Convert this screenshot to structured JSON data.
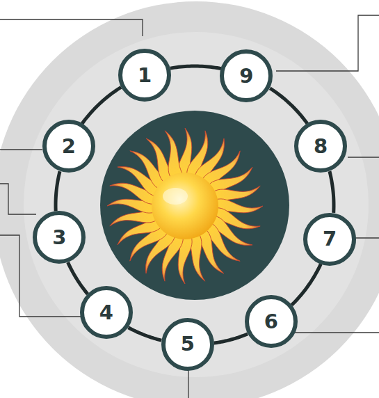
{
  "diagram": {
    "nodes": [
      {
        "text": [
          "1"
        ]
      },
      {
        "text": [
          "2"
        ]
      },
      {
        "text": [
          "3"
        ]
      },
      {
        "text": [
          "4"
        ]
      },
      {
        "text": [
          "5"
        ]
      },
      {
        "text": [
          "6"
        ]
      },
      {
        "text": [
          "7"
        ]
      },
      {
        "text": [
          "8"
        ]
      },
      {
        "text": [
          "9"
        ]
      }
    ],
    "edges": [
      {
        "from": 0,
        "to": 1,
        "arrow": "none"
      },
      {
        "from": 1,
        "to": 2,
        "arrow": "none"
      },
      {
        "from": 2,
        "to": 3,
        "arrow": "none"
      },
      {
        "from": 3,
        "to": 4,
        "arrow": "none"
      },
      {
        "from": 4,
        "to": 5,
        "arrow": "none"
      },
      {
        "from": 5,
        "to": 6,
        "arrow": "none"
      },
      {
        "from": 6,
        "to": 7,
        "arrow": "none"
      },
      {
        "from": 7,
        "to": 8,
        "arrow": "none"
      },
      {
        "from": 8,
        "to": 0,
        "arrow": "none"
      }
    ]
  }
}
